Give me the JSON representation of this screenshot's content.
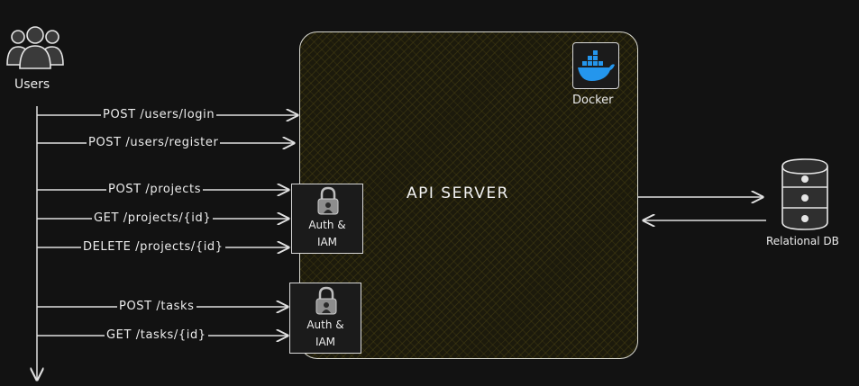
{
  "users": {
    "label": "Users"
  },
  "server": {
    "title": "API SERVER"
  },
  "docker": {
    "label": "Docker",
    "color": "#2496ed"
  },
  "database": {
    "label": "Relational DB"
  },
  "auth": {
    "line1": "Auth &",
    "line2": "IAM"
  },
  "endpoints": [
    {
      "label": "POST /users/login"
    },
    {
      "label": "POST /users/register"
    },
    {
      "label": "POST /projects"
    },
    {
      "label": "GET /projects/{id}"
    },
    {
      "label": "DELETE /projects/{id}"
    },
    {
      "label": "POST /tasks"
    },
    {
      "label": "GET /tasks/{id}"
    }
  ]
}
